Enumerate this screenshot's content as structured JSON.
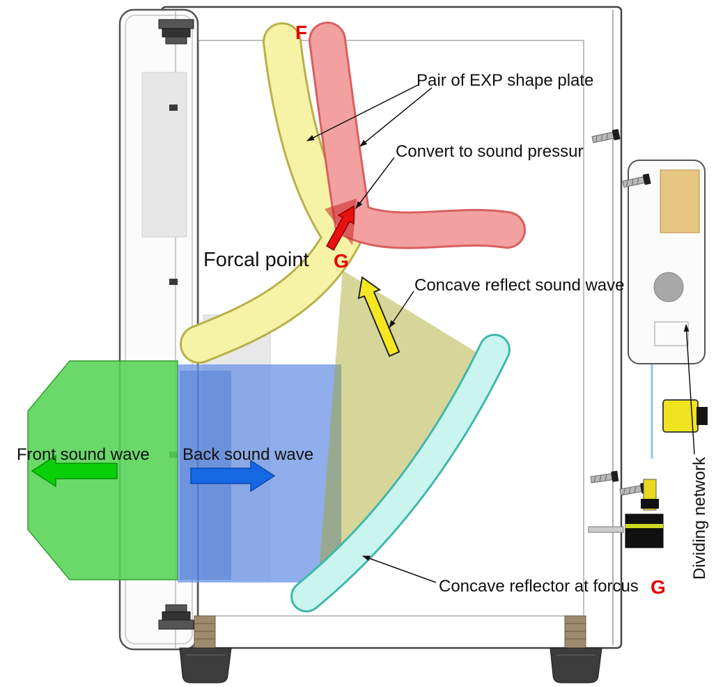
{
  "diagram": {
    "type": "loudspeaker cross-section schematic",
    "labels": {
      "f_marker": "F",
      "g_marker": "G",
      "exp_plate": "Pair of EXP shape plate",
      "convert": "Convert to sound pressur",
      "focal_point": "Forcal point",
      "concave_reflect": "Concave reflect sound wave",
      "front_wave": "Front sound wave",
      "back_wave": "Back sound wave",
      "reflector": "Concave reflector at forcus",
      "reflector_g": "G",
      "dividing_network": "Dividing network"
    },
    "colors": {
      "marker_red": "#e60000",
      "exp_plate_yellow": "#f6f2a6",
      "exp_plate_yellow_edge": "#b8b04a",
      "exp_plate_pink": "#f2a0a0",
      "exp_plate_pink_edge": "#d86060",
      "front_wave_green": "#55d455",
      "front_arrow_green": "#0ad00a",
      "back_wave_blue": "#6f97e6",
      "back_arrow_blue": "#1668e3",
      "reflect_arrow_yellow": "#f6e820",
      "reflector_cyan": "#c9f5ee",
      "reflector_cyan_edge": "#3fb8a8",
      "fan_olive": "#a5a51e",
      "binding_post_yellow": "#f0e41e"
    }
  }
}
